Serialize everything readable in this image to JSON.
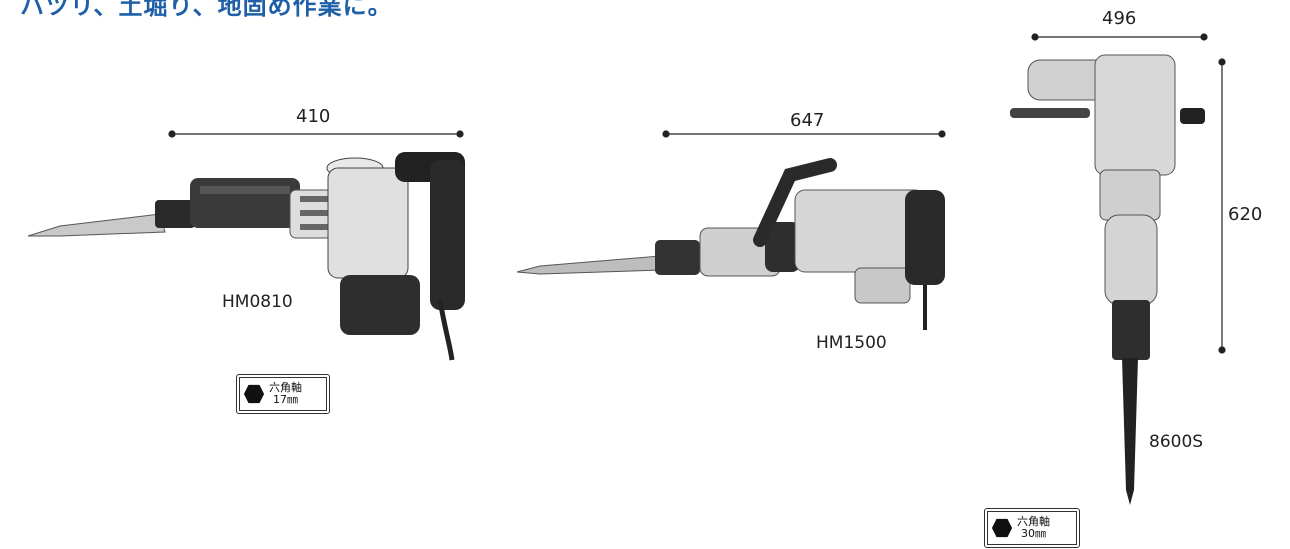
{
  "heading": "ハツリ、土堀り、地固め作業に。",
  "tools": [
    {
      "model": "HM0810",
      "dimension": "410",
      "shank": {
        "line1": "六角軸",
        "line2": "17㎜"
      }
    },
    {
      "model": "HM1500",
      "dimension": "647"
    },
    {
      "model": "8600S",
      "dimension_width": "496",
      "dimension_height": "620",
      "shank": {
        "line1": "六角軸",
        "line2": "30㎜"
      }
    }
  ],
  "colors": {
    "heading": "#1f5fa8"
  },
  "icons": [
    "hexagon-shank-icon"
  ]
}
